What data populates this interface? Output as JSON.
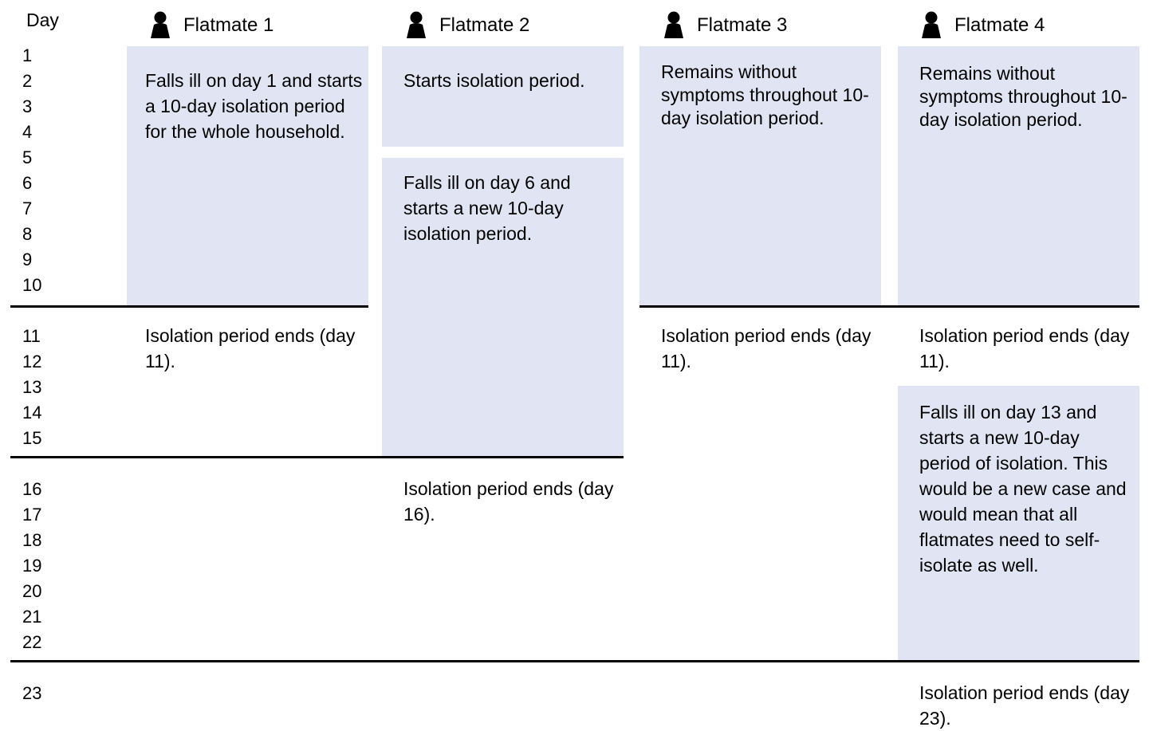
{
  "header": {
    "day_label": "Day",
    "flatmates": [
      "Flatmate 1",
      "Flatmate 2",
      "Flatmate 3",
      "Flatmate 4"
    ]
  },
  "days": [
    "1",
    "2",
    "3",
    "4",
    "5",
    "6",
    "7",
    "8",
    "9",
    "10",
    "11",
    "12",
    "13",
    "14",
    "15",
    "16",
    "17",
    "18",
    "19",
    "20",
    "21",
    "22",
    "23"
  ],
  "flatmate1": {
    "ill": "Falls ill on day 1 and starts a 10-day isolation period for the whole household.",
    "ends": "Isolation period ends (day 11)."
  },
  "flatmate2": {
    "starts": "Starts isolation period.",
    "ill": "Falls ill on day 6 and starts a new 10-day isolation period.",
    "ends": "Isolation period ends (day 16)."
  },
  "flatmate3": {
    "note": "Remains without symptoms throughout 10-day isolation period.",
    "ends": "Isolation period ends (day 11)."
  },
  "flatmate4": {
    "note": "Remains without symptoms throughout 10-day isolation period.",
    "ends": "Isolation period ends (day 11).",
    "ill": "Falls ill on day 13 and starts a new 10-day period of isolation. This would be a new case and would mean that all flatmates need to self-isolate as well.",
    "ends2": "Isolation period ends (day 23)."
  },
  "colors": {
    "isolation_fill": "#e1e5f3",
    "rule": "#000000"
  }
}
